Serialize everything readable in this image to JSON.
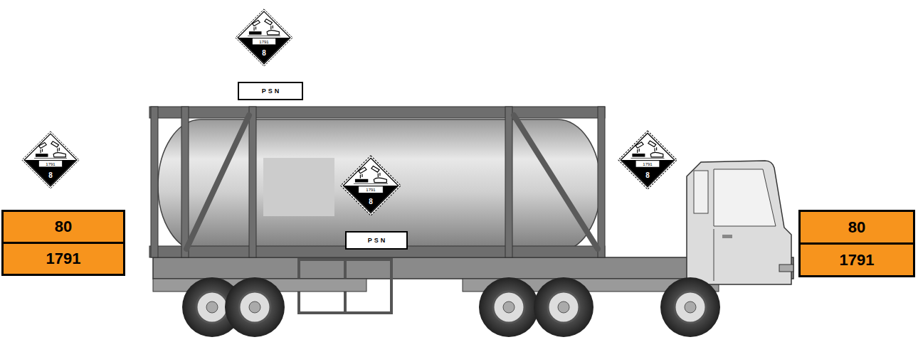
{
  "diagram": {
    "nodes": [
      {
        "text": [
          "1791",
          "8"
        ]
      },
      {
        "text": [
          "PSN"
        ]
      },
      {
        "text": [
          "1791",
          "8"
        ]
      },
      {
        "text": [
          "80",
          "1791"
        ]
      },
      {
        "text": [
          "1791",
          "8"
        ]
      },
      {
        "text": [
          "PSN"
        ]
      },
      {
        "text": [
          "1791",
          "8"
        ]
      },
      {
        "text": [
          "80",
          "1791"
        ]
      }
    ]
  }
}
